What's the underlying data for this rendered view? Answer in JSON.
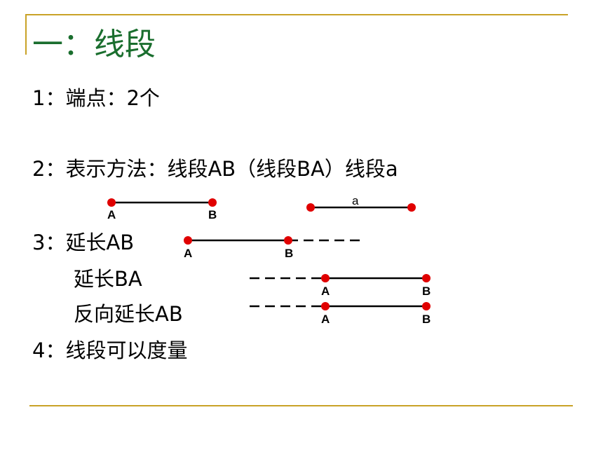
{
  "title": "一：线段",
  "items": [
    "1：端点：2个",
    "2：表示方法：线段AB（线段BA）线段a",
    "3：延长AB",
    "延长BA",
    "反向延长AB",
    "4：线段可以度量"
  ],
  "labels": {
    "a": "A",
    "b": "B",
    "seg": "a"
  },
  "colors": {
    "title": "#1a6e2e",
    "rule": "#c9a227",
    "point": "#e00000",
    "line": "#000000"
  }
}
